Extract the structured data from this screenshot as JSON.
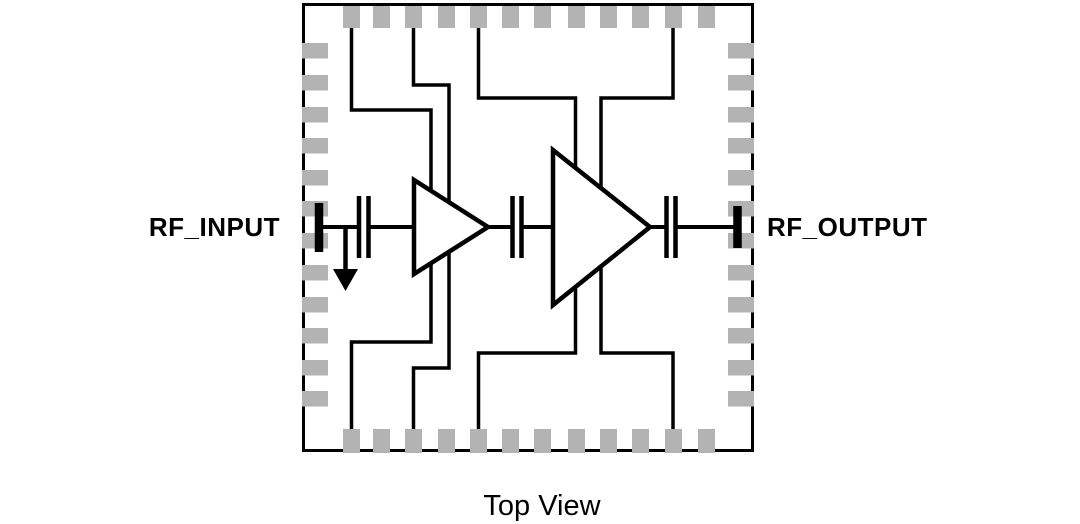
{
  "diagram": {
    "labels": {
      "input": "RF_INPUT",
      "output": "RF_OUTPUT"
    },
    "caption": "Top View",
    "colors": {
      "line": "#000000",
      "pad_fill": "#b3b3b3",
      "background": "#ffffff",
      "amplifier_fill": "#ffffff"
    },
    "package": {
      "view": "Top View",
      "pads_per_side": 12,
      "amplifier_stages": 2,
      "capacitors": 3
    },
    "signal_chain": [
      "RF_INPUT terminal",
      "shunt-to-ground arrow",
      "input DC-block capacitor",
      "amplifier stage 1",
      "interstage capacitor",
      "amplifier stage 2",
      "output DC-block capacitor",
      "RF_OUTPUT terminal"
    ]
  }
}
